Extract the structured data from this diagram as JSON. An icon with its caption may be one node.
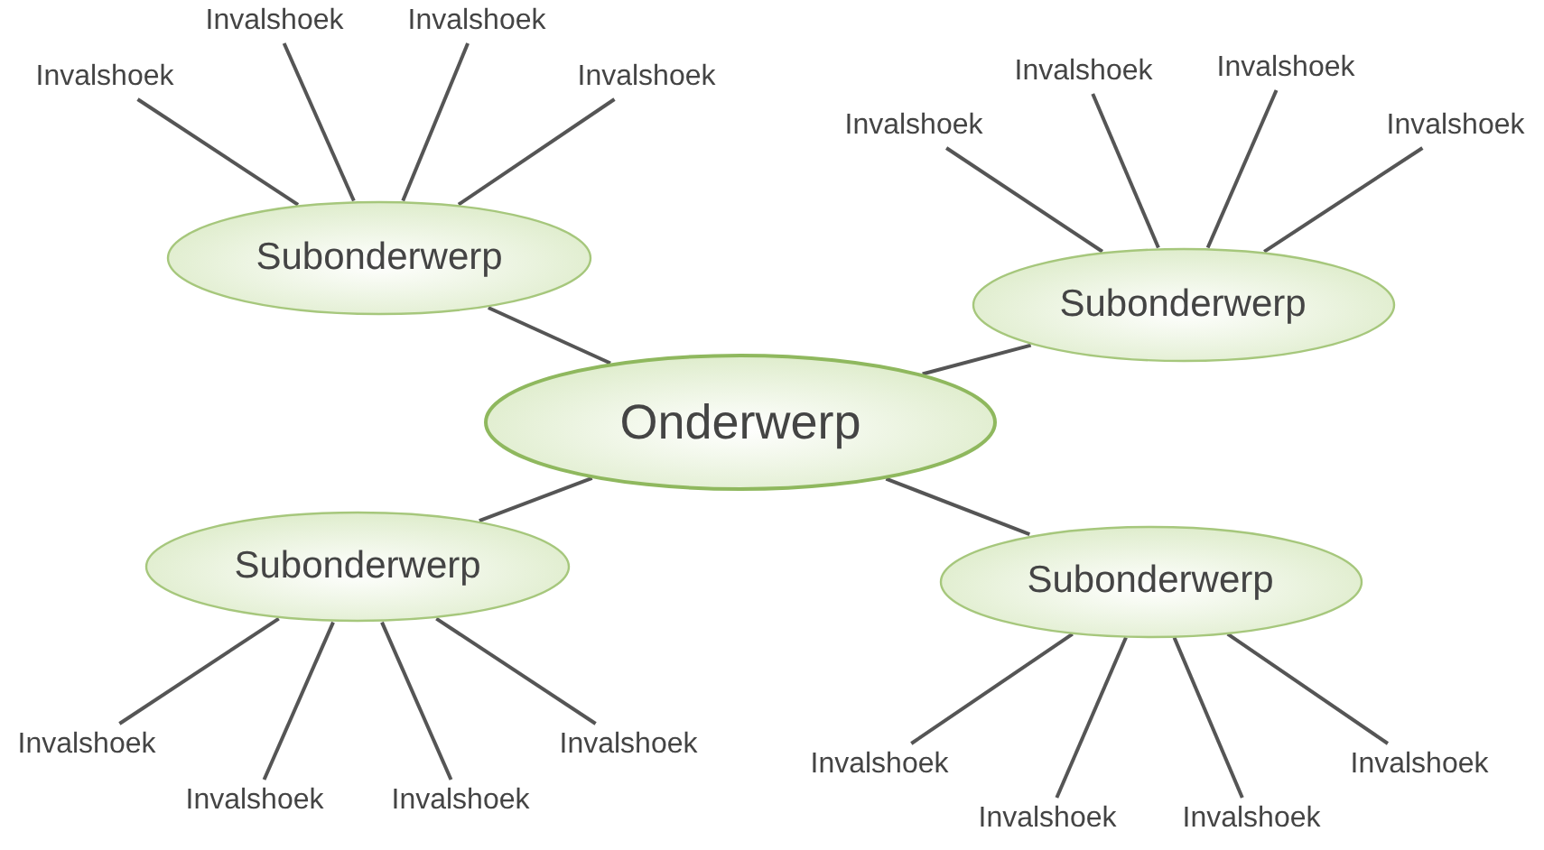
{
  "diagram": {
    "nodes": [
      {
        "text": [
          "Onderwerp"
        ]
      },
      {
        "text": [
          "Subonderwerp"
        ]
      },
      {
        "text": [
          "Invalshoek"
        ]
      },
      {
        "text": [
          "Invalshoek"
        ]
      },
      {
        "text": [
          "Invalshoek"
        ]
      },
      {
        "text": [
          "Invalshoek"
        ]
      },
      {
        "text": [
          "Subonderwerp"
        ]
      },
      {
        "text": [
          "Invalshoek"
        ]
      },
      {
        "text": [
          "Invalshoek"
        ]
      },
      {
        "text": [
          "Invalshoek"
        ]
      },
      {
        "text": [
          "Invalshoek"
        ]
      },
      {
        "text": [
          "Subonderwerp"
        ]
      },
      {
        "text": [
          "Invalshoek"
        ]
      },
      {
        "text": [
          "Invalshoek"
        ]
      },
      {
        "text": [
          "Invalshoek"
        ]
      },
      {
        "text": [
          "Invalshoek"
        ]
      },
      {
        "text": [
          "Subonderwerp"
        ]
      },
      {
        "text": [
          "Invalshoek"
        ]
      },
      {
        "text": [
          "Invalshoek"
        ]
      },
      {
        "text": [
          "Invalshoek"
        ]
      },
      {
        "text": [
          "Invalshoek"
        ]
      }
    ],
    "edges": [
      {
        "from": 0,
        "to": 1,
        "arrow": "none"
      },
      {
        "from": 0,
        "to": 6,
        "arrow": "none"
      },
      {
        "from": 0,
        "to": 11,
        "arrow": "none"
      },
      {
        "from": 0,
        "to": 16,
        "arrow": "none"
      },
      {
        "from": 1,
        "to": 2,
        "arrow": "none"
      },
      {
        "from": 1,
        "to": 3,
        "arrow": "none"
      },
      {
        "from": 1,
        "to": 4,
        "arrow": "none"
      },
      {
        "from": 1,
        "to": 5,
        "arrow": "none"
      },
      {
        "from": 6,
        "to": 7,
        "arrow": "none"
      },
      {
        "from": 6,
        "to": 8,
        "arrow": "none"
      },
      {
        "from": 6,
        "to": 9,
        "arrow": "none"
      },
      {
        "from": 6,
        "to": 10,
        "arrow": "none"
      },
      {
        "from": 11,
        "to": 12,
        "arrow": "none"
      },
      {
        "from": 11,
        "to": 13,
        "arrow": "none"
      },
      {
        "from": 11,
        "to": 14,
        "arrow": "none"
      },
      {
        "from": 11,
        "to": 15,
        "arrow": "none"
      },
      {
        "from": 16,
        "to": 17,
        "arrow": "none"
      },
      {
        "from": 16,
        "to": 18,
        "arrow": "none"
      },
      {
        "from": 16,
        "to": 19,
        "arrow": "none"
      },
      {
        "from": 16,
        "to": 20,
        "arrow": "none"
      }
    ]
  }
}
